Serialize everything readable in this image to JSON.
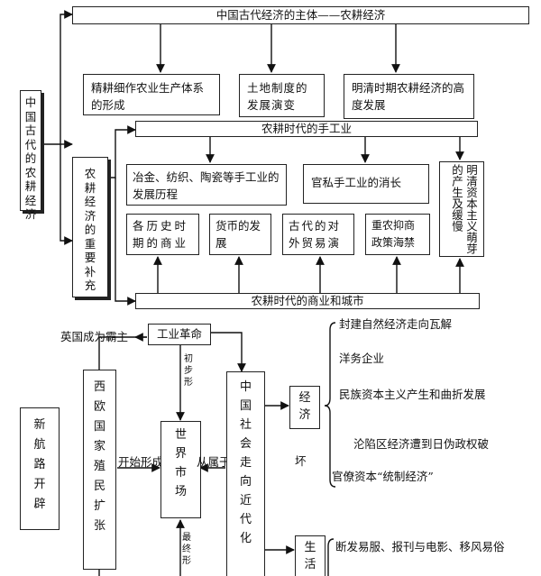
{
  "top": {
    "main": "中国古代经济的主体——农耕经济",
    "left_title": "中国古代的农耕经济",
    "agri_1": "精耕细作农业生产体系的形成",
    "agri_2": "土地制度的发展演变",
    "agri_3": "明清时期农耕经济的高度发展",
    "supplement": "农耕经济的重要补充",
    "handicraft": "农耕时代的手工业",
    "hc_1": "冶金、纺织、陶瓷等手工业的发展历程",
    "hc_2": "官私手工业的消长",
    "hc_3": "明清资本主义萌芽的产生及缓慢",
    "biz_1": "各历史时期的商业",
    "biz_2": "货币的发展",
    "biz_3": "古代的对外贸易演",
    "biz_4": "重农抑商政策海禁",
    "commerce": "农耕时代的商业和城市"
  },
  "bottom": {
    "britain": "英国成为霸主",
    "industrial": "工业革命",
    "initial": "初步形",
    "final": "最终形",
    "routes": "新航路开辟",
    "colonial": "西欧国家殖民扩张",
    "begin": "开始形成",
    "world_market": "世界市场",
    "subordinate": "从属于",
    "modernize": "中国社会走向近代化",
    "economy": "经济",
    "broken": "坏",
    "econ_items": [
      "封建自然经济走向瓦解",
      "洋务企业",
      "民族资本主义产生和曲折发展",
      "沦陷区经济遭到日伪政权破",
      "官僚资本“统制经济”"
    ],
    "life": "生活",
    "life_items": [
      "断发易服、报刊与电影、移风易俗"
    ]
  }
}
